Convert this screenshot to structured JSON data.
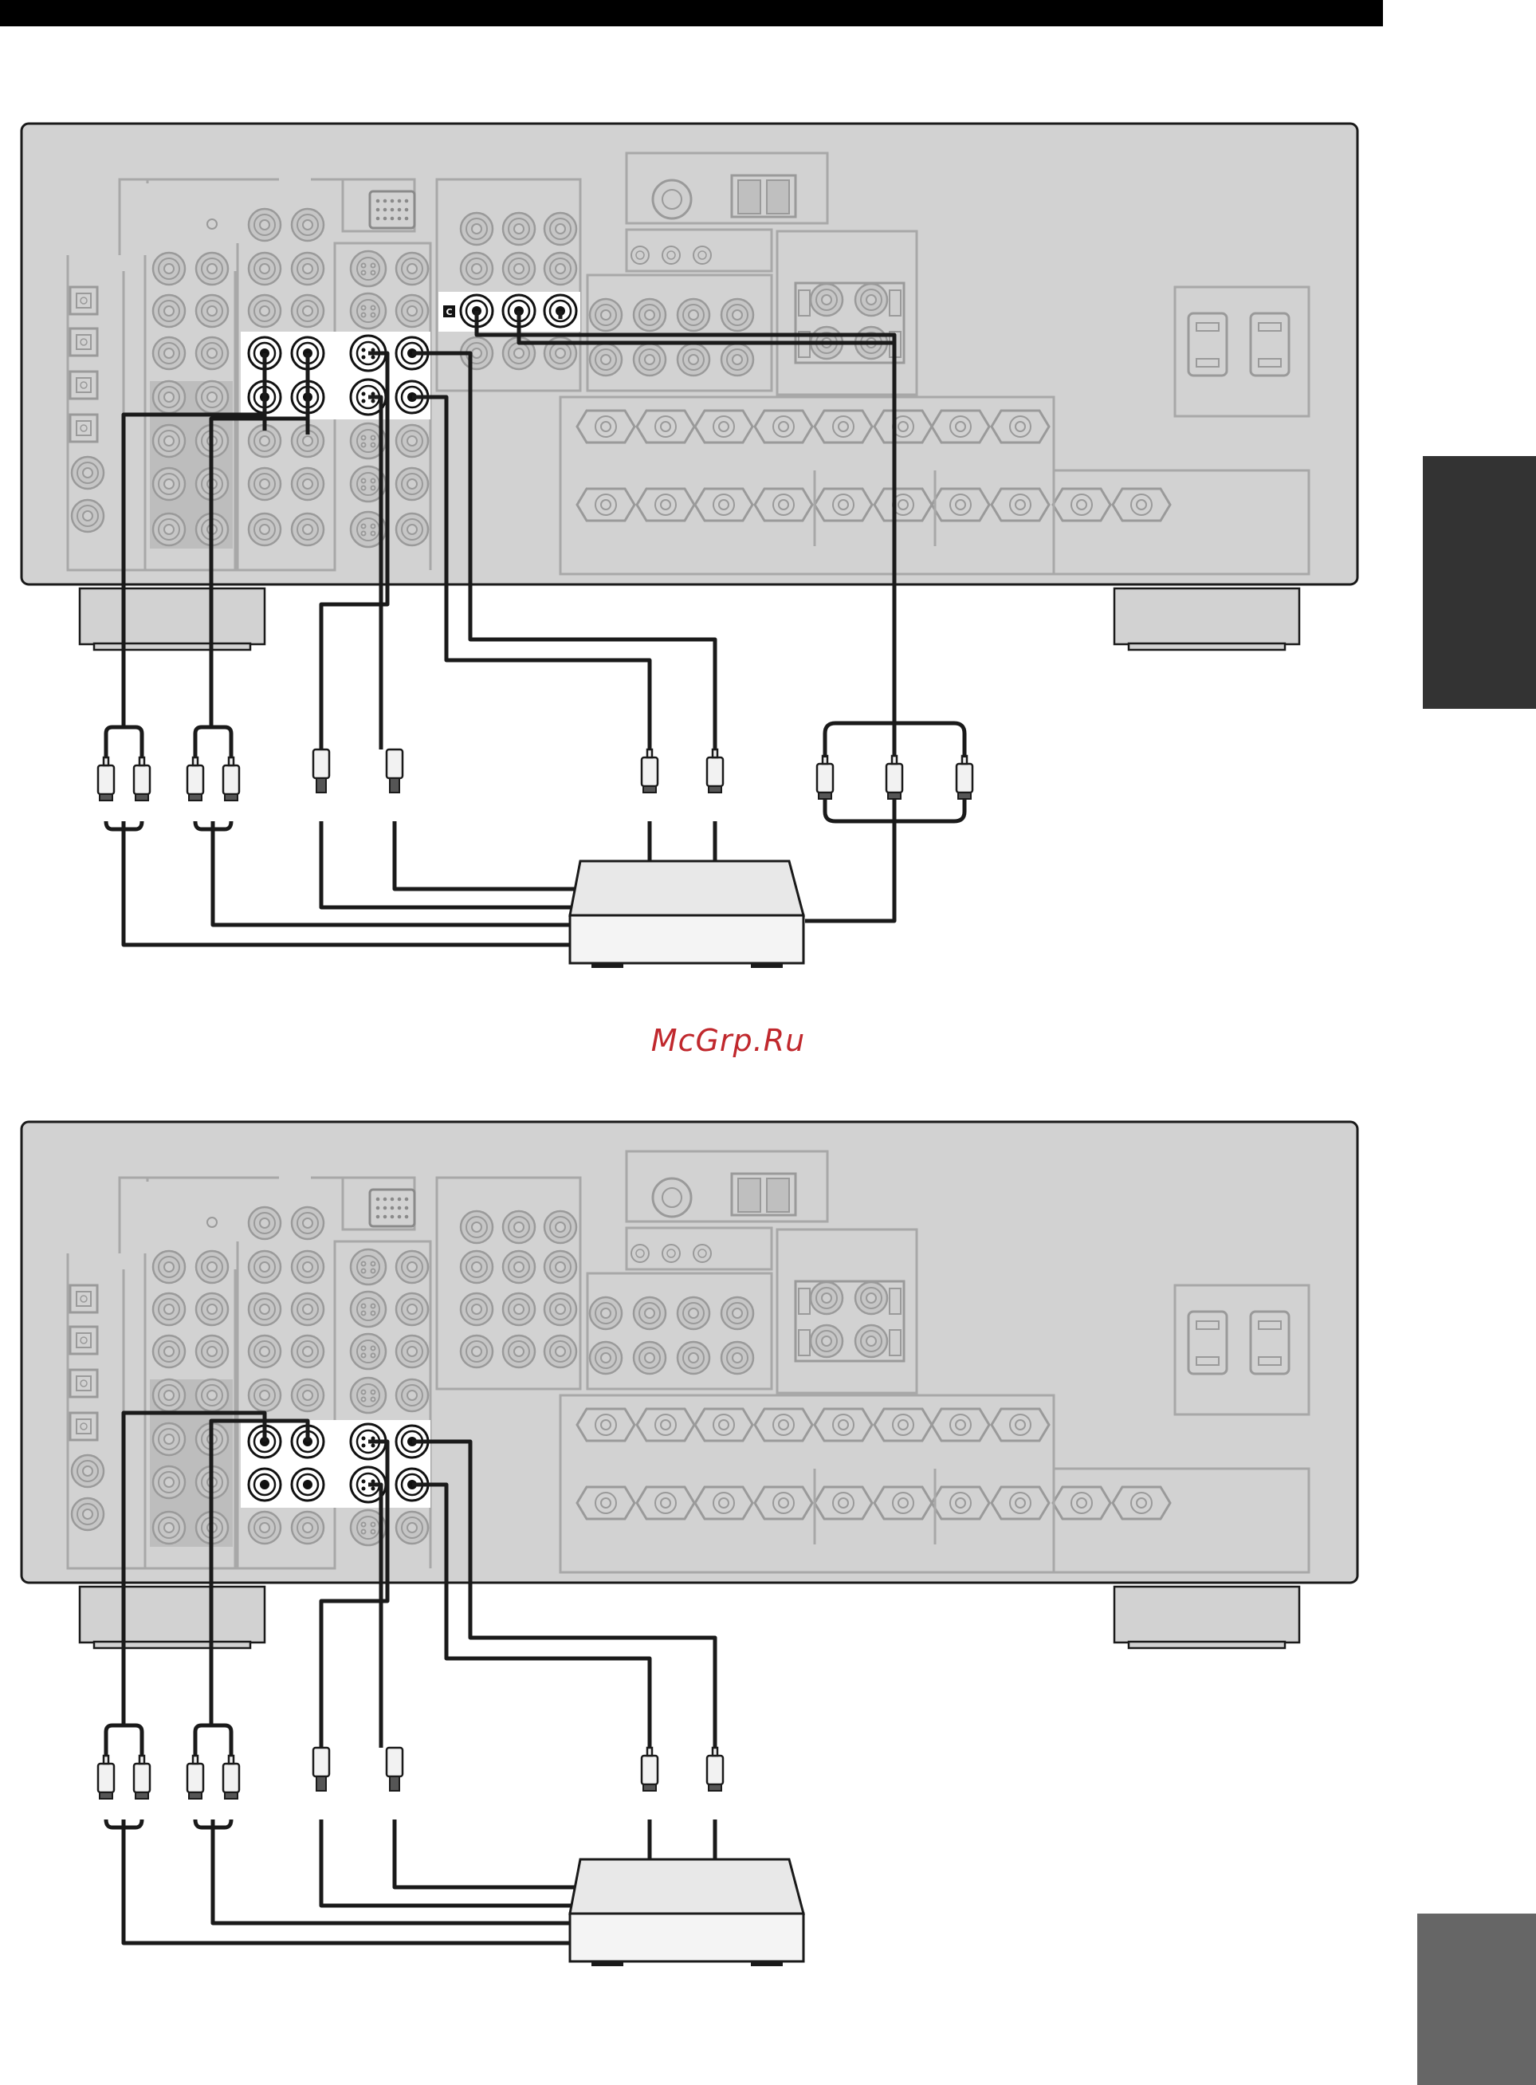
{
  "watermark": "McGrp.Ru",
  "diagrams": [
    {
      "id": "top",
      "component_badge": "C",
      "component_video_connected": true
    },
    {
      "id": "bottom",
      "component_badge": "",
      "component_video_connected": false
    }
  ],
  "colors": {
    "page_bar": "#000000",
    "tab_upper": "#333333",
    "tab_lower": "#666666",
    "receiver_body": "#d2d2d2",
    "watermark": "#c0282d",
    "cable": "#1a1a1a"
  }
}
